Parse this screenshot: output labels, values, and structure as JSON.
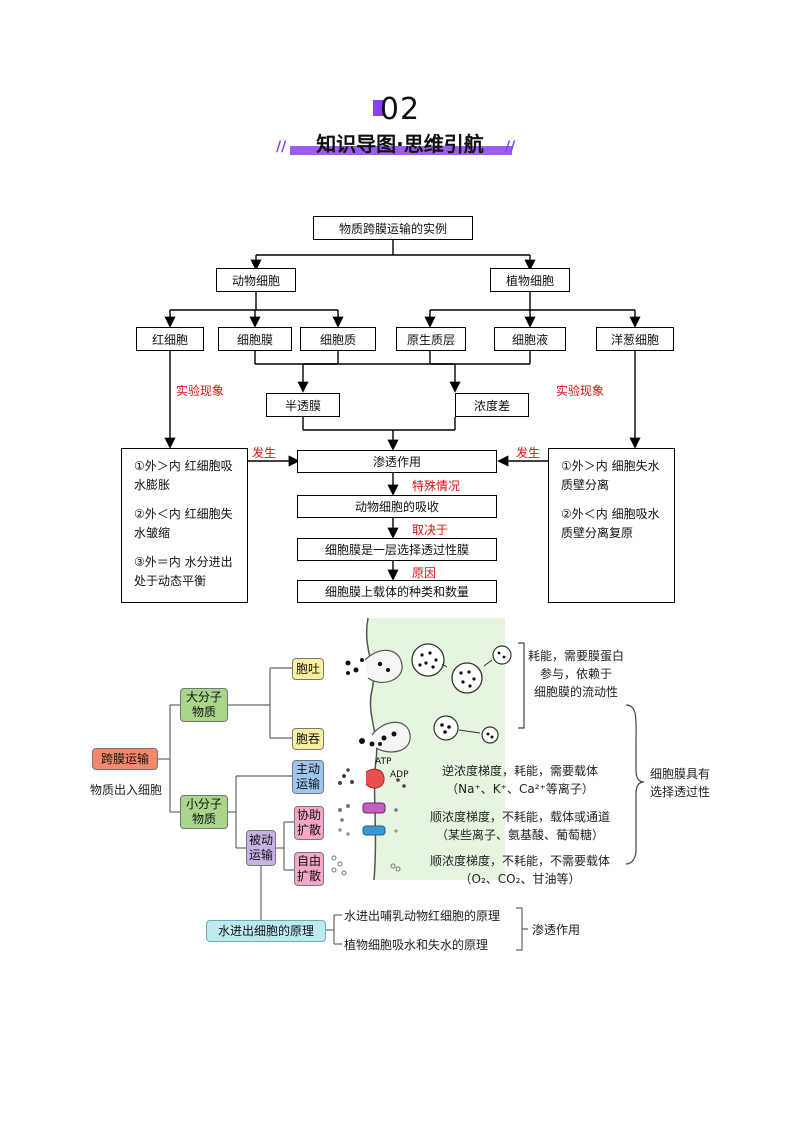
{
  "header": {
    "number": "02",
    "title": "知识导图·思维引航"
  },
  "flow": {
    "top": "物质跨膜运输的实例",
    "animal": "动物细胞",
    "plant": "植物细胞",
    "rbc": "红细胞",
    "cell_membrane": "细胞膜",
    "cytoplasm": "细胞质",
    "protoplast_layer": "原生质层",
    "cell_sap": "细胞液",
    "onion_cell": "洋葱细胞",
    "semi_permeable": "半透膜",
    "conc_diff": "浓度差",
    "exp_obs_left": "实验现象",
    "exp_obs_right": "实验现象",
    "occur_left": "发生",
    "occur_right": "发生",
    "osmosis": "渗透作用",
    "feature": "特殊情况",
    "active_absorb": "动物细胞的吸收",
    "depends": "取决于",
    "selective": "细胞膜是一层选择透过性膜",
    "reason": "原因",
    "carrier": "细胞膜上载体的种类和数量",
    "left_items": [
      "①外＞内 红细胞吸水膨胀",
      "②外＜内 红细胞失水皱缩",
      "③外＝内 水分进出处于动态平衡"
    ],
    "right_items": [
      "①外＞内 细胞失水 质壁分离",
      "②外＜内 细胞吸水 质壁分离复原"
    ]
  },
  "concept": {
    "root": "跨膜运输",
    "root_sub": "物质出入细胞",
    "macro": "大分子物质",
    "small": "小分子物质",
    "exocytosis": "胞吐",
    "endocytosis": "胞吞",
    "active": "主动运输",
    "passive": "被动运输",
    "facilitated": "协助扩散",
    "free": "自由扩散",
    "atp": "ATP",
    "adp": "ADP",
    "macro_desc": [
      "耗能，需要膜蛋白",
      "参与，依赖于",
      "细胞膜的流动性"
    ],
    "active_desc": [
      "逆浓度梯度，耗能，需要载体",
      "（Na⁺、K⁺、Ca²⁺等离子）"
    ],
    "facilitated_desc": [
      "顺浓度梯度，不耗能，载体或通道",
      "（某些离子、氨基酸、葡萄糖）"
    ],
    "free_desc": [
      "顺浓度梯度，不耗能，不需要载体",
      "（O₂、CO₂、甘油等）"
    ],
    "selectivity": [
      "细胞膜具有",
      "选择透过性"
    ],
    "water_principle": "水进出细胞的原理",
    "water_item1": "水进出哺乳动物红细胞的原理",
    "water_item2": "植物细胞吸水和失水的原理",
    "osmosis": "渗透作用"
  },
  "colors": {
    "accent_purple": "#8a3ff0",
    "red_label": "#e01010",
    "root_fill": "#f08a6a",
    "green_fill": "#a9d68a",
    "yellow_fill": "#f7f0a0",
    "blue_fill": "#9fc6ee",
    "lav_fill": "#c9b3e6",
    "pink_fill": "#f4a7c7",
    "cyan_fill": "#bfe9f0",
    "cell_bg": "#e6f5e0"
  }
}
